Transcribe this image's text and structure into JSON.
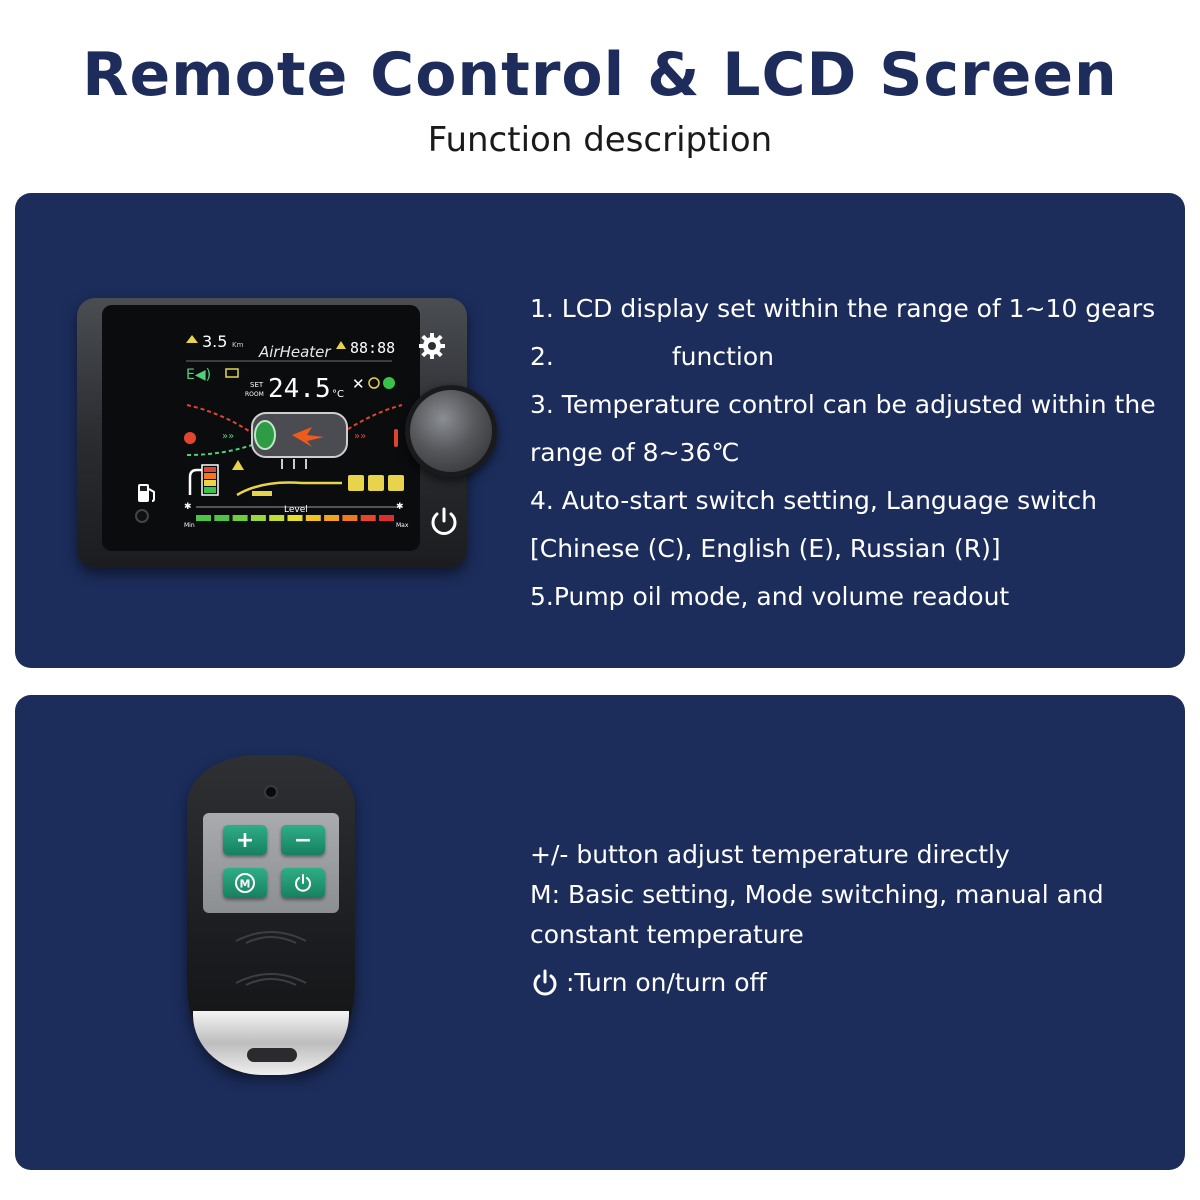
{
  "header": {
    "title": "Remote Control & LCD Screen",
    "subtitle": "Function description"
  },
  "lcd_panel": {
    "features": [
      "1. LCD display set within the range of 1~10 gears",
      "2.",
      "function",
      "3. Temperature control can be adjusted within the",
      "range of 8~36℃",
      "4. Auto-start switch setting, Language switch",
      "[Chinese (C), English (E), Russian (R)]",
      "5.Pump oil mode, and volume readout"
    ],
    "screen": {
      "brand": "AirHeater",
      "altitude": "3.5",
      "altitude_unit": "Km",
      "clock": "88:88",
      "set_label": "SET",
      "room_label": "ROOM",
      "temperature": "24.5",
      "temperature_unit": "°C",
      "level_label": "Level",
      "min_label": "Min",
      "max_label": "Max",
      "level_bar_colors": [
        "#4fc24a",
        "#4fc24a",
        "#6fce3c",
        "#9bd63a",
        "#c4dd34",
        "#e7df2e",
        "#f2c21f",
        "#f2a31f",
        "#ef7a1d",
        "#e8462b",
        "#d92f2f"
      ]
    },
    "icons": [
      "gear-icon",
      "power-icon",
      "fuel-pump-icon"
    ]
  },
  "remote_panel": {
    "buttons": {
      "plus": "+",
      "minus": "−",
      "mode": "M"
    },
    "features": [
      "+/- button adjust temperature directly",
      "M: Basic setting, Mode switching, manual and constant temperature",
      ":Turn on/turn off"
    ],
    "accent_color": "#1f9a72"
  },
  "colors": {
    "title": "#1d2c5a",
    "panel_bg": "#1c2d5c",
    "text_light": "#ffffff"
  }
}
